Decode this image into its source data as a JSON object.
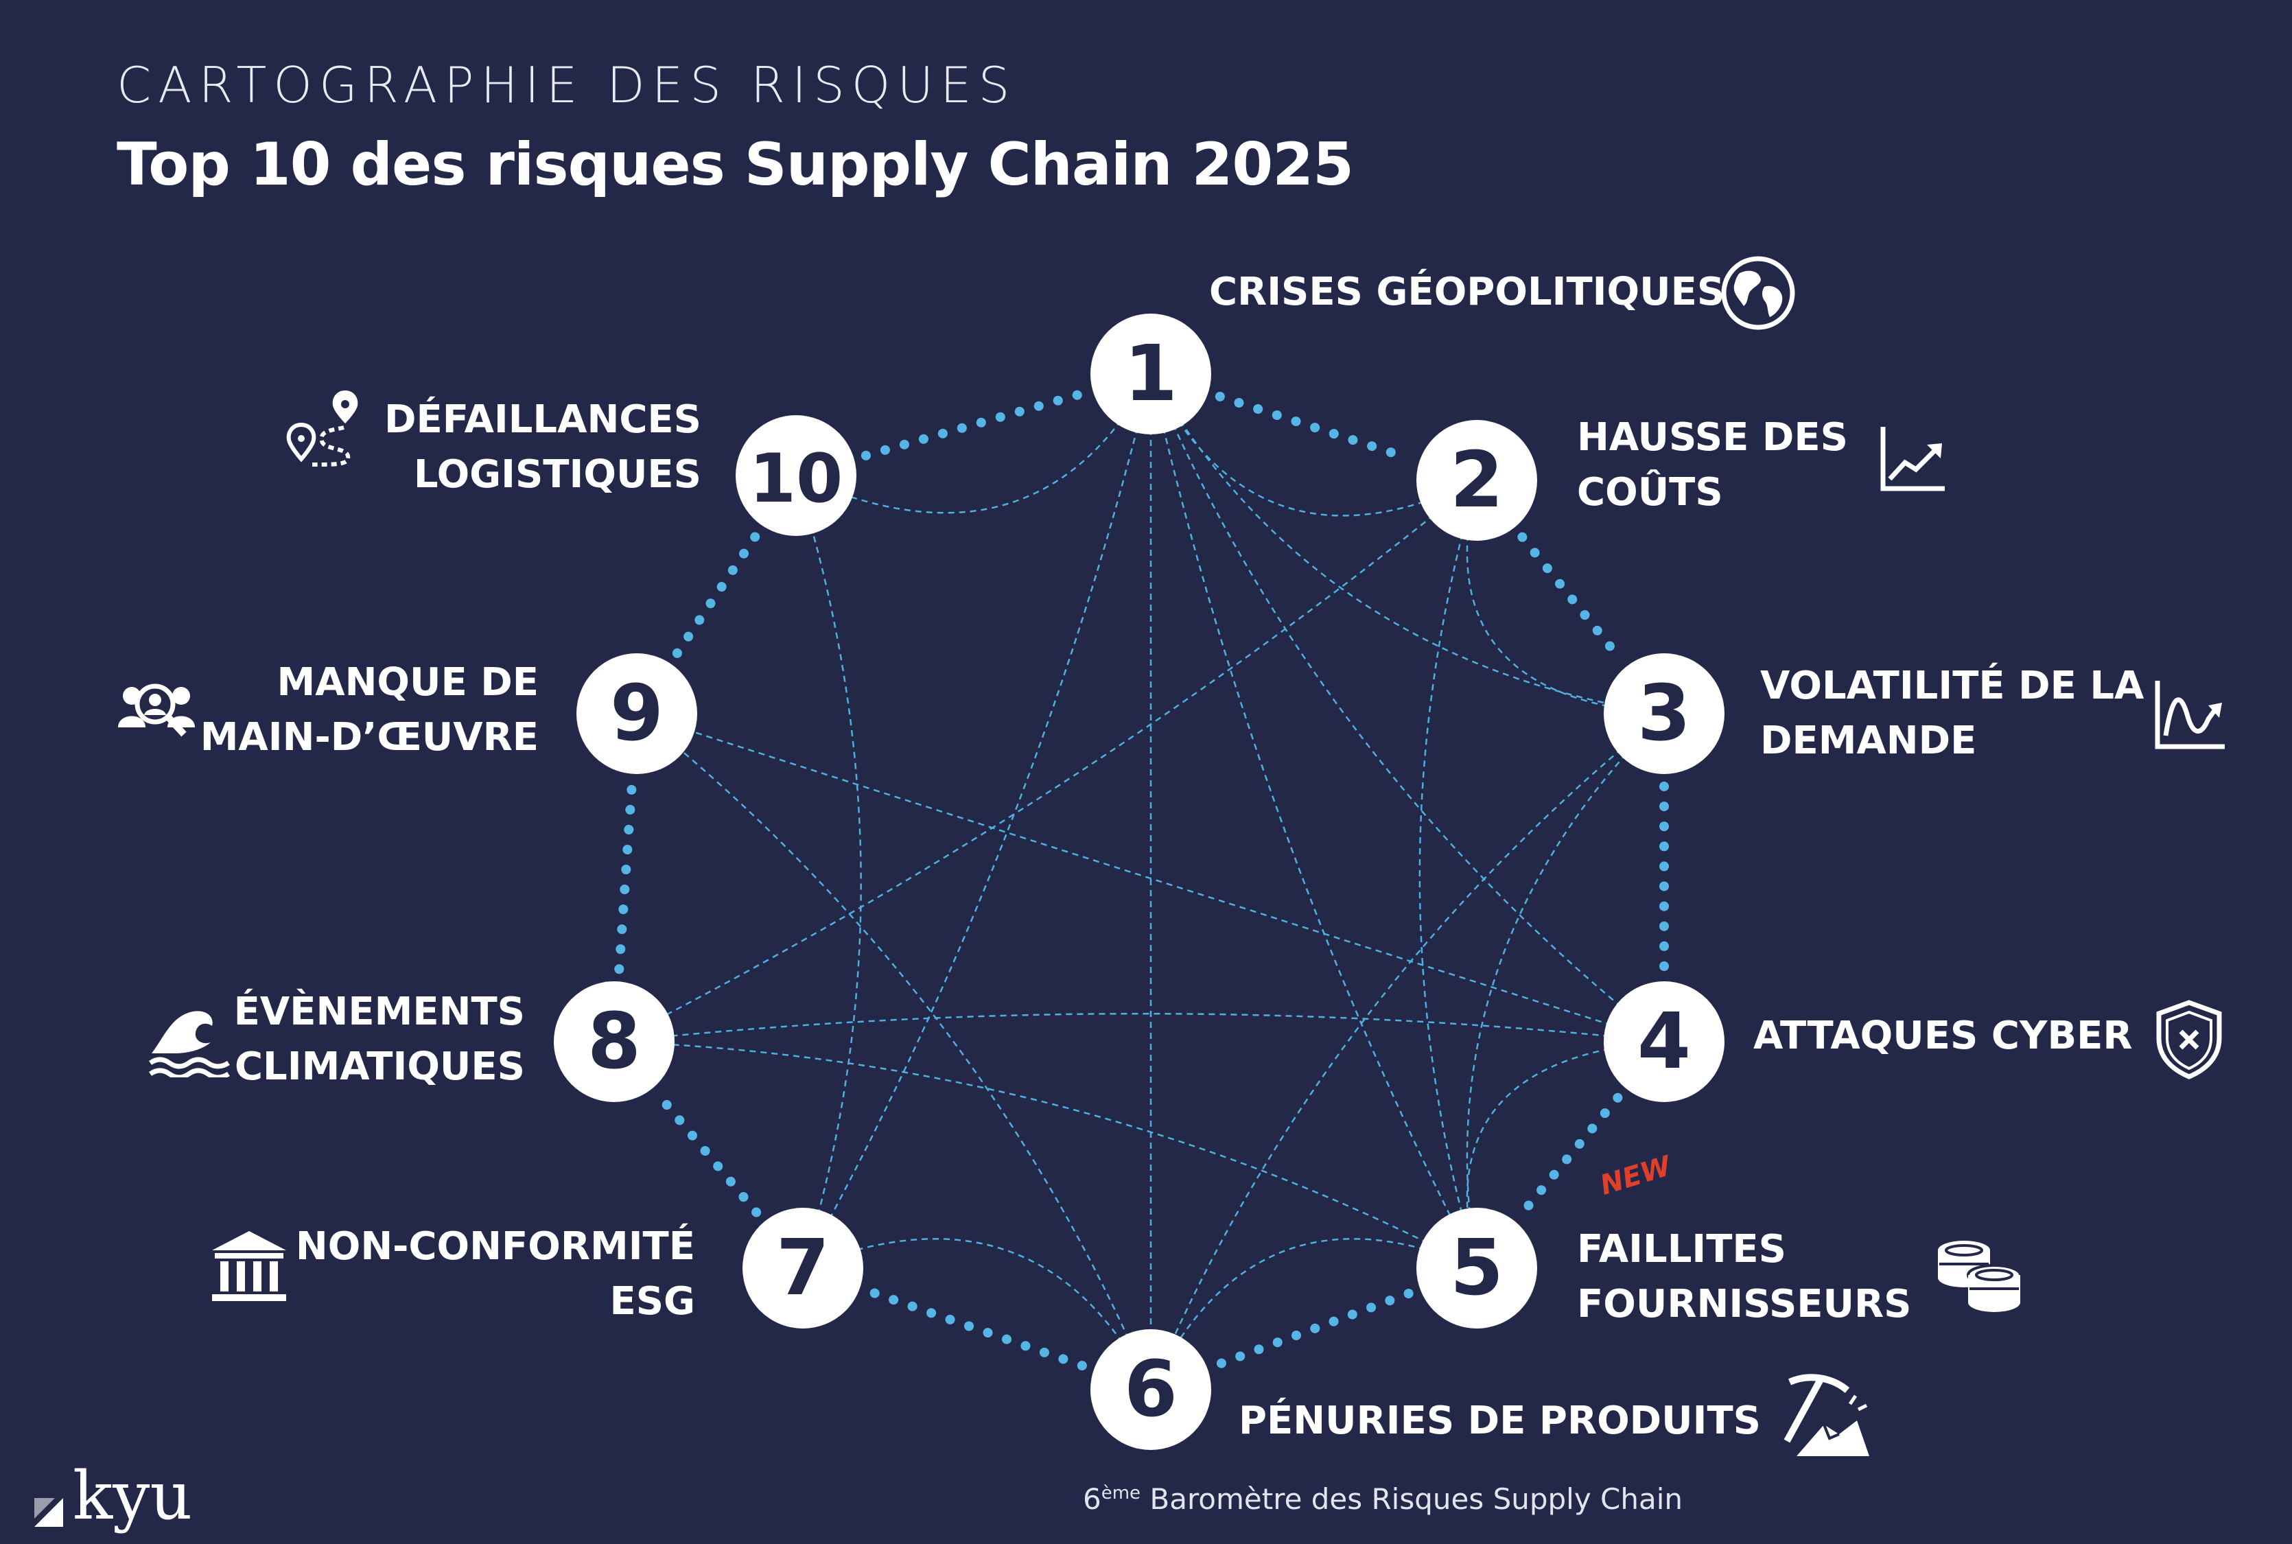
{
  "header": {
    "kicker": "CARTOGRAPHIE DES RISQUES",
    "title": "Top 10 des risques Supply Chain 2025"
  },
  "colors": {
    "background": "#232748",
    "ring_dots": "#55b6e6",
    "connections": "#4fb0df",
    "node_fill": "#ffffff",
    "node_text": "#232748",
    "new_badge": "#e0402a"
  },
  "risks": [
    {
      "rank": "1",
      "lines": [
        "CRISES GÉOPOLITIQUES"
      ],
      "icon": "globe-icon"
    },
    {
      "rank": "2",
      "lines": [
        "HAUSSE DES",
        "COÛTS"
      ],
      "icon": "rising-chart-icon"
    },
    {
      "rank": "3",
      "lines": [
        "VOLATILITÉ DE LA",
        "DEMANDE"
      ],
      "icon": "demand-curve-icon"
    },
    {
      "rank": "4",
      "lines": [
        "ATTAQUES CYBER"
      ],
      "icon": "shield-x-icon"
    },
    {
      "rank": "5",
      "lines": [
        "FAILLITES",
        "FOURNISSEURS"
      ],
      "icon": "coins-icon",
      "badge": "NEW"
    },
    {
      "rank": "6",
      "lines": [
        "PÉNURIES DE PRODUITS"
      ],
      "icon": "pickaxe-icon"
    },
    {
      "rank": "7",
      "lines": [
        "NON-CONFORMITÉ",
        "ESG"
      ],
      "icon": "institution-icon"
    },
    {
      "rank": "8",
      "lines": [
        "ÉVÈNEMENTS",
        "CLIMATIQUES"
      ],
      "icon": "wave-icon"
    },
    {
      "rank": "9",
      "lines": [
        "MANQUE DE",
        "MAIN-D’ŒUVRE"
      ],
      "icon": "workforce-search-icon"
    },
    {
      "rank": "10",
      "lines": [
        "DÉFAILLANCES",
        "LOGISTIQUES"
      ],
      "icon": "route-pin-icon"
    }
  ],
  "connections": [
    [
      "1",
      "10"
    ],
    [
      "1",
      "2"
    ],
    [
      "1",
      "3"
    ],
    [
      "1",
      "4"
    ],
    [
      "1",
      "5"
    ],
    [
      "1",
      "6"
    ],
    [
      "1",
      "7"
    ],
    [
      "2",
      "3"
    ],
    [
      "2",
      "5"
    ],
    [
      "2",
      "8"
    ],
    [
      "3",
      "5"
    ],
    [
      "3",
      "6"
    ],
    [
      "4",
      "5"
    ],
    [
      "4",
      "8"
    ],
    [
      "4",
      "9"
    ],
    [
      "5",
      "6"
    ],
    [
      "5",
      "8"
    ],
    [
      "6",
      "7"
    ],
    [
      "6",
      "9"
    ],
    [
      "7",
      "10"
    ]
  ],
  "footer": {
    "prefix": "6",
    "superscript": "ème",
    "text": " Baromètre des Risques Supply Chain"
  },
  "brand": {
    "logo_text": "kyu",
    "logo_icon": "kyu-logo-icon"
  }
}
